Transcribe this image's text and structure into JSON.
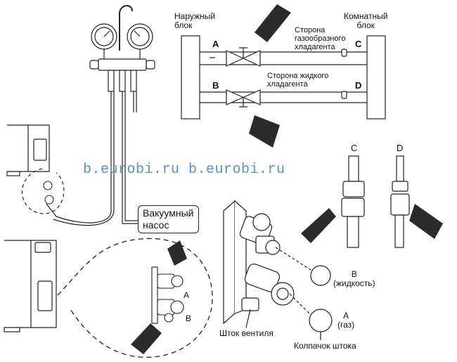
{
  "top_diagram": {
    "outdoor_unit": [
      "Наружный",
      "блок"
    ],
    "indoor_unit": [
      "Комнатный",
      "блок"
    ],
    "gas_side": [
      "Сторона",
      "газообразного",
      "хладагента"
    ],
    "liquid_side": [
      "Сторона жидкого",
      "хладагента"
    ],
    "points": {
      "a": "A",
      "b": "B",
      "c": "C",
      "d": "D"
    }
  },
  "pipe_details": {
    "c": "C",
    "d": "D"
  },
  "watermark": "b.eurobi.ru b.eurobi.ru",
  "vacuum_pump": [
    "Вакуумный",
    "насос"
  ],
  "zoom_detail": {
    "a": "A",
    "b": "B"
  },
  "valve_detail": {
    "b_label": [
      "B",
      "(жидкость)"
    ],
    "a_label": [
      "A",
      "(газ)"
    ],
    "valve_stem": "Шток вентиля",
    "stem_cap": "Колпачок штока"
  },
  "colors": {
    "line": "#222222",
    "arrow_fill": "#2b2b2b",
    "watermark": "#5b8fc9"
  }
}
